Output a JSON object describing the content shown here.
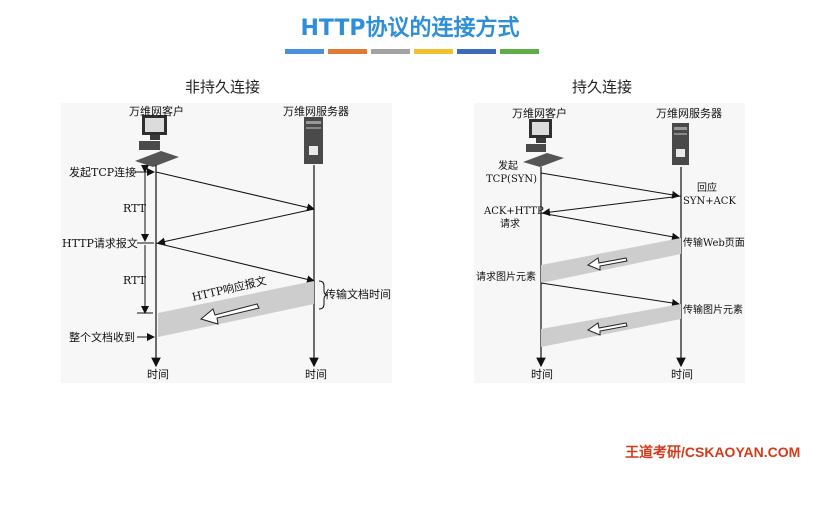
{
  "page": {
    "title": "HTTP协议的连接方式",
    "bar_colors": [
      "#4a90d9",
      "#e07b35",
      "#a3a3a3",
      "#f2c12e",
      "#3c6bb5",
      "#5eae45"
    ],
    "brand": "王道考研/CSKAOYAN.COM"
  },
  "left": {
    "heading": "非持久连接",
    "client": "万维网客户",
    "server": "万维网服务器",
    "labels": {
      "tcp_connect": "发起TCP连接",
      "rtt1": "RTT",
      "http_request": "HTTP请求报文",
      "rtt2": "RTT",
      "http_response": "HTTP响应报文",
      "transfer_time": "传输文档时间",
      "doc_received": "整个文档收到",
      "time_client": "时间",
      "time_server": "时间"
    }
  },
  "right": {
    "heading": "持久连接",
    "client": "万维网客户",
    "server": "万维网服务器",
    "labels": {
      "start_1": "发起",
      "start_2": "TCP(SYN)",
      "reply_1": "回应",
      "reply_2": "SYN+ACK",
      "ack_1": "ACK+HTTP",
      "ack_2": "请求",
      "transfer_web": "传输Web页面",
      "request_image": "请求图片元素",
      "transfer_image": "传输图片元素",
      "time_client": "时间",
      "time_server": "时间"
    }
  }
}
